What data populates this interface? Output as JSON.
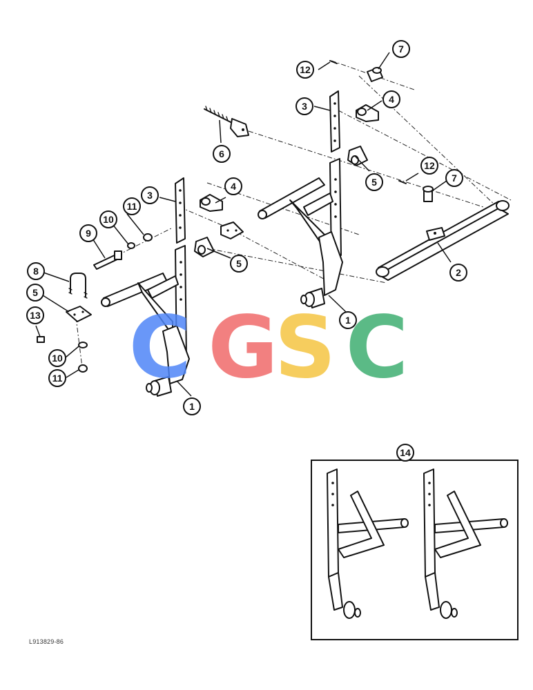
{
  "callouts": {
    "c1a": "1",
    "c1b": "1",
    "c2": "2",
    "c3a": "3",
    "c3b": "3",
    "c4a": "4",
    "c4b": "4",
    "c5a": "5",
    "c5b": "5",
    "c5c": "5",
    "c6": "6",
    "c7a": "7",
    "c7b": "7",
    "c8": "8",
    "c9": "9",
    "c10a": "10",
    "c10b": "10",
    "c11a": "11",
    "c11b": "11",
    "c12a": "12",
    "c12b": "12",
    "c13": "13",
    "c14": "14"
  },
  "watermark": {
    "letters": [
      "C",
      "G",
      "S",
      "C"
    ],
    "colors": [
      "#4f86f7",
      "#f06a6a",
      "#f5c542",
      "#3fae72"
    ]
  },
  "drawing_code": "L913829-86"
}
